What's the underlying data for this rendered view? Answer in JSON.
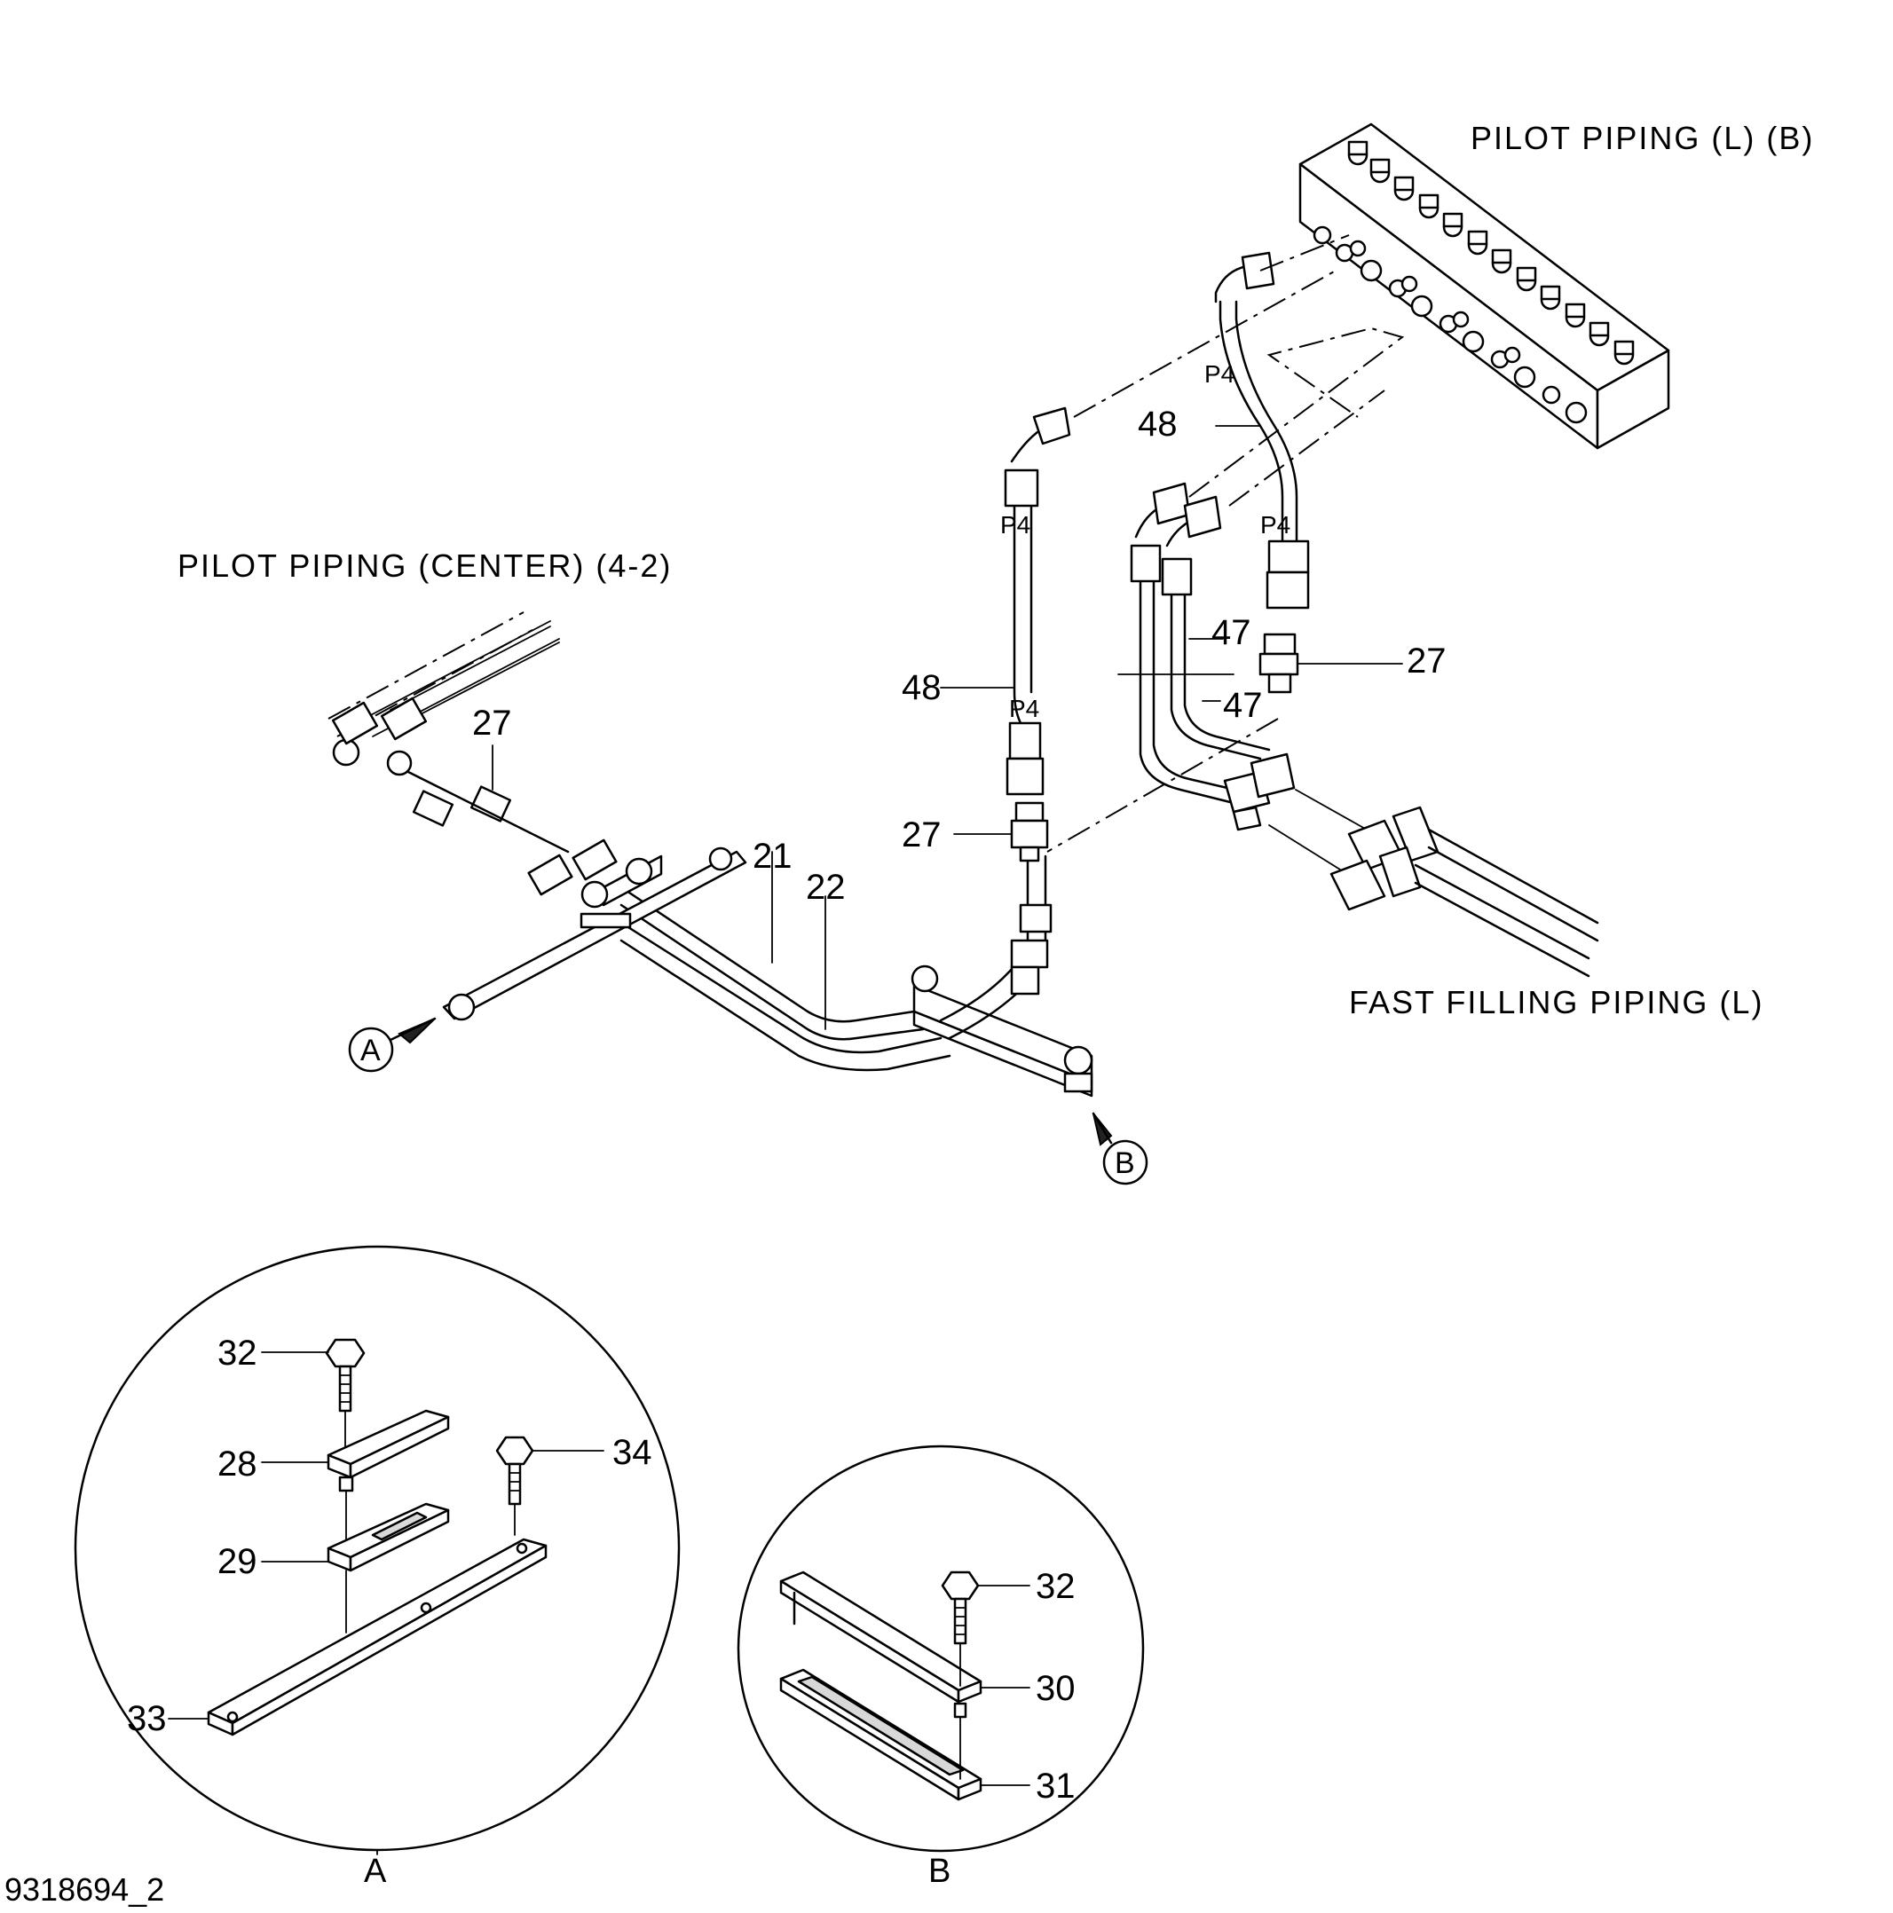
{
  "titles": {
    "pilot_piping_lb": "PILOT  PIPING (L) (B)",
    "pilot_piping_center": "PILOT  PIPING (CENTER) (4-2)",
    "fast_filling_piping": "FAST  FILLING  PIPING (L)"
  },
  "part_numbers": {
    "p21": "21",
    "p22": "22",
    "p27_left": "27",
    "p27_mid": "27",
    "p27_right": "27",
    "p47_upper": "47",
    "p47_lower": "47",
    "p48_upper": "48",
    "p48_lower": "48",
    "p28": "28",
    "p29": "29",
    "p32_a": "32",
    "p33": "33",
    "p34": "34",
    "p30": "30",
    "p31": "31",
    "p32_b": "32"
  },
  "port_marks": {
    "p4_1": "P4",
    "p4_2": "P4",
    "p4_3": "P4",
    "p4_4": "P4"
  },
  "callouts": {
    "a_marker": "A",
    "b_marker": "B",
    "detail_a_label": "A",
    "detail_b_label": "B"
  },
  "document_id": "9318694_2"
}
